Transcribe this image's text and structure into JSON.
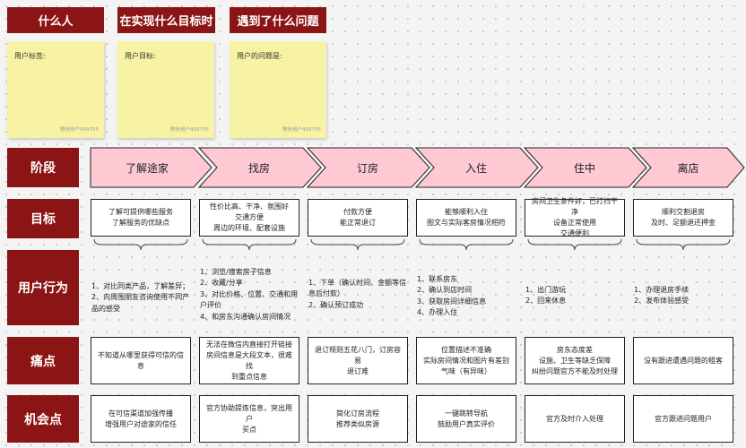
{
  "top_headers": [
    "什么人",
    "在实现什么目标时",
    "遇到了什么问题"
  ],
  "notes": [
    {
      "label": "用户标签:",
      "watermark": "微信用户409755"
    },
    {
      "label": "用户目标:",
      "watermark": "微信用户409755"
    },
    {
      "label": "用户的问题是:",
      "watermark": "微信用户409755"
    }
  ],
  "row_labels": [
    "阶段",
    "目标",
    "用户行为",
    "痛点",
    "机会点"
  ],
  "stages": [
    "了解途家",
    "找房",
    "订房",
    "入住",
    "住中",
    "离店"
  ],
  "goals": [
    "了解可提供哪些服务\n了解服务的优缺点",
    "性价比高、干净、氛围好\n交通方便\n周边的环境、配套设施",
    "付款方便\n能正常退订",
    "能够顺利入住\n图文与实际客房情况相符",
    "房间卫生条件好，已打扫干净\n设备正常使用\n交通便利",
    "顺利交割退房\n及时、足额退还押金"
  ],
  "actions": [
    "1、对比同类产品，了解差异；\n2、向周围朋友咨询使用不同产\n品的感受",
    "1、浏览/搜索房子信息\n2、收藏/分享\n3、对比价格、位置、交通和用\n户评价\n4、和房东沟通确认房间情况",
    "1、下单（确认时间、金额等信\n息后付款）\n2、确认预订成功",
    "1、联系房东\n2、确认到店时间\n3、获取房间详细信息\n4、办理入住",
    "1、出门游玩\n2、回来休息",
    "1、办理退房手续\n2、发布体验感受"
  ],
  "pain_points": [
    "不知道从哪里获得可信的信息",
    "无法在微信内直接打开链接\n房间信息是大段文本，很难找\n到重点信息",
    "退订规则五花八门，订房容易\n退订难",
    "位置描述不准确\n实际房间情况和图片有差别\n气味（有异味）",
    "房东态度差\n设施、卫生等缺乏保障\n纠纷问题官方不能及时处理",
    "没有跟进遭遇问题的租客"
  ],
  "opportunities": [
    "在可信渠道加强传播\n增强用户对途家的信任",
    "官方协助提炼信息，突出用户\n买点",
    "简化订房流程\n推荐类似房源",
    "一键跳转导航\n鼓励用户真实评价",
    "官方及时介入处理",
    "官方跟进问题用户"
  ],
  "colors": {
    "header_red": "#8b1414",
    "stage_pink": "#ffc9d4",
    "note_yellow": "#f8f3a4"
  }
}
